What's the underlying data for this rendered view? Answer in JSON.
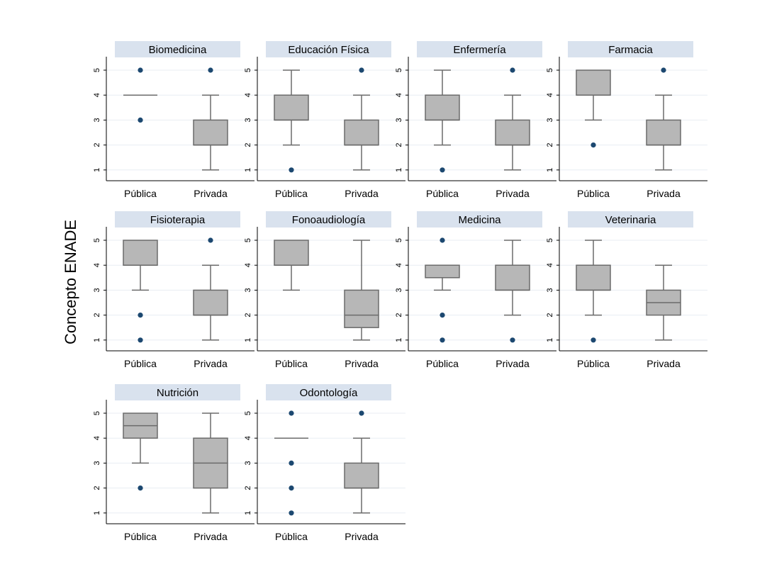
{
  "chart_data": {
    "type": "boxplot",
    "ylabel": "Concepto ENADE",
    "ylim": [
      1,
      5
    ],
    "yticks": [
      "1",
      "2",
      "3",
      "4",
      "5"
    ],
    "categories": [
      "Pública",
      "Privada"
    ],
    "grid": true,
    "colors": {
      "panel_header": "#d9e2ee",
      "box_fill": "#b7b7b7",
      "box_line": "#6b6b6b",
      "outlier": "#1c4870",
      "grid": "#e8edf3"
    },
    "panels": [
      {
        "title": "Biomedicina",
        "groups": [
          {
            "category": "Pública",
            "q1": 4,
            "median": 4,
            "q3": 4,
            "whisker_low": 4,
            "whisker_high": 4,
            "outliers": [
              5,
              3
            ]
          },
          {
            "category": "Privada",
            "q1": 2,
            "median": 2,
            "q3": 3,
            "whisker_low": 1,
            "whisker_high": 4,
            "outliers": [
              5
            ]
          }
        ]
      },
      {
        "title": "Educación Física",
        "groups": [
          {
            "category": "Pública",
            "q1": 3,
            "median": 3,
            "q3": 4,
            "whisker_low": 2,
            "whisker_high": 5,
            "outliers": [
              1
            ]
          },
          {
            "category": "Privada",
            "q1": 2,
            "median": 2,
            "q3": 3,
            "whisker_low": 1,
            "whisker_high": 4,
            "outliers": [
              5
            ]
          }
        ]
      },
      {
        "title": "Enfermería",
        "groups": [
          {
            "category": "Pública",
            "q1": 3,
            "median": 3,
            "q3": 4,
            "whisker_low": 2,
            "whisker_high": 5,
            "outliers": [
              1
            ]
          },
          {
            "category": "Privada",
            "q1": 2,
            "median": 2,
            "q3": 3,
            "whisker_low": 1,
            "whisker_high": 4,
            "outliers": [
              5
            ]
          }
        ]
      },
      {
        "title": "Farmacia",
        "groups": [
          {
            "category": "Pública",
            "q1": 4,
            "median": 4,
            "q3": 5,
            "whisker_low": 3,
            "whisker_high": 5,
            "outliers": [
              2
            ]
          },
          {
            "category": "Privada",
            "q1": 2,
            "median": 2,
            "q3": 3,
            "whisker_low": 1,
            "whisker_high": 4,
            "outliers": [
              5
            ]
          }
        ]
      },
      {
        "title": "Fisioterapia",
        "groups": [
          {
            "category": "Pública",
            "q1": 4,
            "median": 4,
            "q3": 5,
            "whisker_low": 3,
            "whisker_high": 5,
            "outliers": [
              2,
              1
            ]
          },
          {
            "category": "Privada",
            "q1": 2,
            "median": 2,
            "q3": 3,
            "whisker_low": 1,
            "whisker_high": 4,
            "outliers": [
              5
            ]
          }
        ]
      },
      {
        "title": "Fonoaudiología",
        "groups": [
          {
            "category": "Pública",
            "q1": 4,
            "median": 4,
            "q3": 5,
            "whisker_low": 3,
            "whisker_high": 5,
            "outliers": []
          },
          {
            "category": "Privada",
            "q1": 1.5,
            "median": 2,
            "q3": 3,
            "whisker_low": 1,
            "whisker_high": 5,
            "outliers": []
          }
        ]
      },
      {
        "title": "Medicina",
        "groups": [
          {
            "category": "Pública",
            "q1": 3.5,
            "median": 3.5,
            "q3": 4,
            "whisker_low": 3,
            "whisker_high": 4,
            "outliers": [
              5,
              2,
              1
            ]
          },
          {
            "category": "Privada",
            "q1": 3,
            "median": 3,
            "q3": 4,
            "whisker_low": 2,
            "whisker_high": 5,
            "outliers": [
              1
            ]
          }
        ]
      },
      {
        "title": "Veterinaria",
        "groups": [
          {
            "category": "Pública",
            "q1": 3,
            "median": 3,
            "q3": 4,
            "whisker_low": 2,
            "whisker_high": 5,
            "outliers": [
              1
            ]
          },
          {
            "category": "Privada",
            "q1": 2,
            "median": 2.5,
            "q3": 3,
            "whisker_low": 1,
            "whisker_high": 4,
            "outliers": []
          }
        ]
      },
      {
        "title": "Nutrición",
        "groups": [
          {
            "category": "Pública",
            "q1": 4,
            "median": 4.5,
            "q3": 5,
            "whisker_low": 3,
            "whisker_high": 5,
            "outliers": [
              2
            ]
          },
          {
            "category": "Privada",
            "q1": 2,
            "median": 3,
            "q3": 4,
            "whisker_low": 1,
            "whisker_high": 5,
            "outliers": []
          }
        ]
      },
      {
        "title": "Odontología",
        "groups": [
          {
            "category": "Pública",
            "q1": 4,
            "median": 4,
            "q3": 4,
            "whisker_low": 4,
            "whisker_high": 4,
            "outliers": [
              5,
              3,
              2,
              1
            ]
          },
          {
            "category": "Privada",
            "q1": 2,
            "median": 2,
            "q3": 3,
            "whisker_low": 1,
            "whisker_high": 4,
            "outliers": [
              5
            ]
          }
        ]
      }
    ]
  }
}
